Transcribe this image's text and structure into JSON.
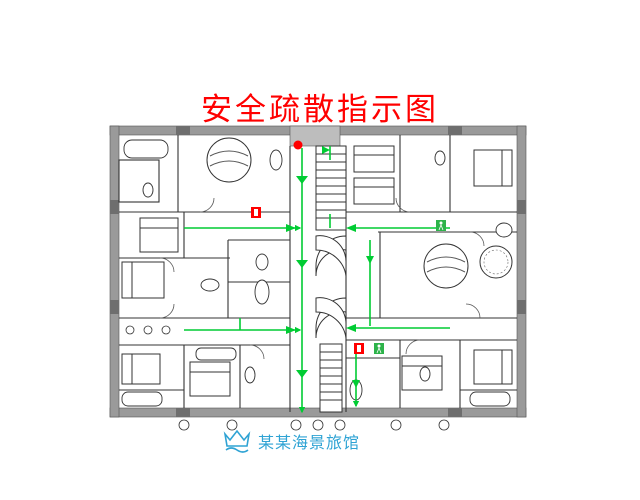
{
  "title": "安全疏散指示图",
  "hotel_name": "某某海景旅馆",
  "colors": {
    "title": "#ff0000",
    "route": "#00cc33",
    "walls": "#8a8a8a",
    "lines": "#333333",
    "hotel": "#2fa3d4",
    "fire_sign": "#ff0000",
    "exit_sign": "#2db34a",
    "you_are_here": "#ff0000"
  },
  "icons": {
    "logo": "wave-crown-logo",
    "fire_extinguisher": "fire-extinguisher-icon",
    "emergency_exit": "running-man-exit-icon",
    "location": "red-dot-icon"
  }
}
